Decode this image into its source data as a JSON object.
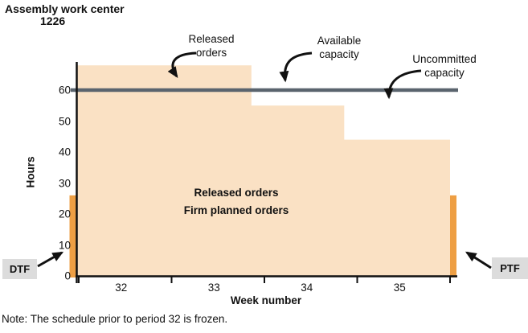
{
  "title": {
    "line1": "Assembly work center",
    "line2": "1226"
  },
  "callouts": {
    "released": {
      "line1": "Released",
      "line2": "orders"
    },
    "available": {
      "line1": "Available",
      "line2": "capacity"
    },
    "uncommitted": {
      "line1": "Uncommitted",
      "line2": "capacity"
    }
  },
  "area_label": {
    "line1": "Released orders",
    "line2": "Firm planned orders"
  },
  "axis": {
    "ylabel": "Hours",
    "xlabel": "Week number",
    "y_ticks": [
      "60",
      "50",
      "40",
      "30",
      "20",
      "10",
      "0"
    ],
    "x_ticks": [
      "32",
      "33",
      "34",
      "35"
    ]
  },
  "fences": {
    "dtf_label": "DTF",
    "ptf_label": "PTF"
  },
  "note": "Note: The schedule prior to period 32 is frozen.",
  "colors": {
    "area_fill": "#FAE1C4",
    "fence_fill": "#EE9F44",
    "capacity_line": "#5A646E",
    "label_box": "#DCDCDC",
    "axis_line": "#111111",
    "arrow": "#111111"
  },
  "chart_data": {
    "type": "area",
    "title": "Assembly work center 1226",
    "xlabel": "Week number",
    "ylabel": "Hours",
    "x_tick_labels": [
      32,
      33,
      34,
      35
    ],
    "y_ticks": [
      0,
      10,
      20,
      30,
      40,
      50,
      60
    ],
    "ylim": [
      0,
      70
    ],
    "xlim_weeks": [
      32,
      36
    ],
    "grid": false,
    "legend": false,
    "available_capacity_hours": 60,
    "load_segments": [
      {
        "hours": 68,
        "week_start": 32.0,
        "week_end": 33.86
      },
      {
        "hours": 55,
        "week_start": 33.86,
        "week_end": 34.86
      },
      {
        "hours": 44,
        "week_start": 34.86,
        "week_end": 36.0
      }
    ],
    "area_series_labels": [
      "Released orders",
      "Firm planned orders"
    ],
    "time_fences": [
      {
        "label": "DTF",
        "week": 32.0,
        "top_hours": 26
      },
      {
        "label": "PTF",
        "week": 36.0,
        "top_hours": 26
      }
    ],
    "annotations": [
      "Released orders",
      "Available capacity",
      "Uncommitted capacity"
    ],
    "note": "Note: The schedule prior to period 32 is frozen."
  }
}
